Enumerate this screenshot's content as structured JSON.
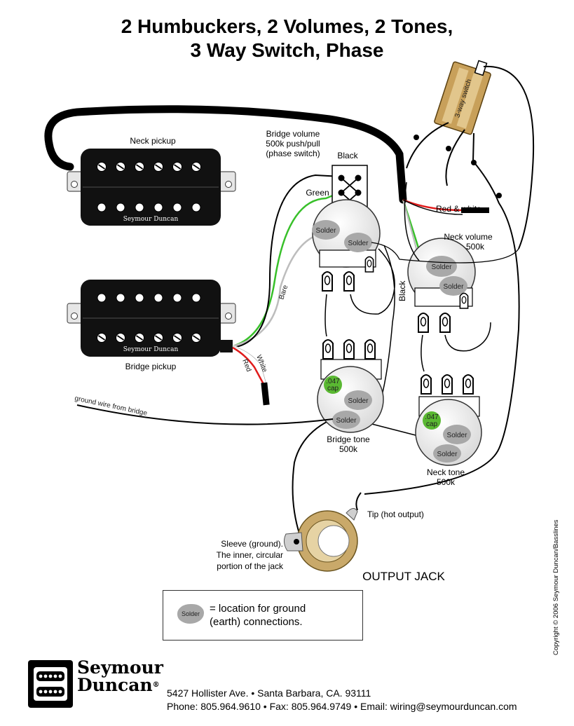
{
  "title": {
    "line1": "2 Humbuckers, 2 Volumes, 2 Tones,",
    "line2": "3 Way Switch, Phase"
  },
  "labels": {
    "neck_pickup": "Neck pickup",
    "bridge_pickup": "Bridge pickup",
    "neck_brand": "Seymour Duncan",
    "bridge_brand": "Seymour Duncan",
    "bridge_volume": [
      "Bridge volume",
      "500k push/pull",
      "(phase switch)"
    ],
    "black_top": "Black",
    "green": "Green",
    "bare": "Bare",
    "white": "White",
    "red": "Red",
    "black_mid": "Black",
    "red_white": "Red & white",
    "switch": "3-way switch",
    "neck_volume": [
      "Neck volume",
      "500k"
    ],
    "bridge_tone": [
      "Bridge tone",
      "500k"
    ],
    "neck_tone": [
      "Neck tone",
      "500k"
    ],
    "ground_wire": "ground wire from bridge",
    "tip": "Tip (hot output)",
    "sleeve": [
      "Sleeve (ground).",
      "The inner, circular",
      "portion of the jack"
    ],
    "output_jack": "OUTPUT JACK",
    "solder": "Solder",
    "cap": [
      ".047",
      "cap"
    ]
  },
  "legend": {
    "blob": "Solder",
    "text": [
      "= location for ground",
      "(earth) connections."
    ]
  },
  "copyright": "Copyright © 2006 Seymour Duncan/Basslines",
  "footer": {
    "brand_line1": "Seymour",
    "brand_line2": "Duncan",
    "reg": "®",
    "address": "5427 Hollister Ave.  •  Santa Barbara, CA. 93111",
    "contact": "Phone: 805.964.9610  •  Fax: 805.964.9749  •  Email: wiring@seymourduncan.com"
  },
  "colors": {
    "wire_green": "#38c02a",
    "wire_red": "#e01b1b",
    "wire_bare": "#b8b8b8",
    "cap_green": "#5ab832",
    "solder_gray": "#a8a8a8",
    "switch_tan": "#c8a05a",
    "jack_gold": "#c9a96a"
  }
}
